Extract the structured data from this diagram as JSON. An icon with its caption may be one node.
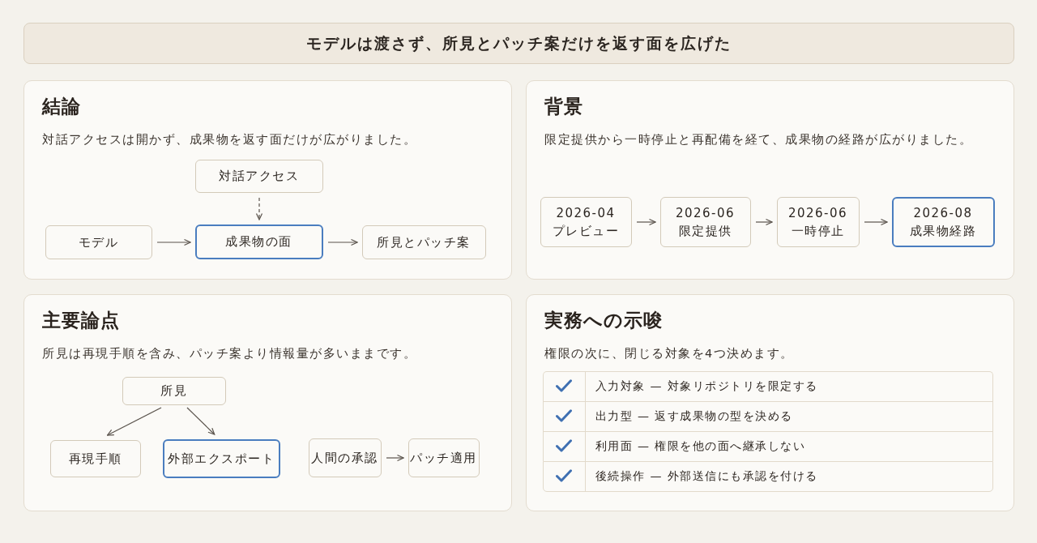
{
  "diagram": {
    "title": "モデルは渡さず、所見とパッチ案だけを返す面を広げた",
    "nodes": [
      {
        "text": [
          "結論",
          "対話アクセスは開かず、成果物を返す面だけが広がりました。"
        ]
      },
      {
        "text": [
          "対話アクセス"
        ],
        "in": 0
      },
      {
        "text": [
          "モデル"
        ],
        "in": 0
      },
      {
        "text": [
          "成果物の面"
        ],
        "in": 0
      },
      {
        "text": [
          "所見とパッチ案"
        ],
        "in": 0
      },
      {
        "text": [
          "背景",
          "限定提供から一時停止と再配備を経て、成果物の経路が広がりました。"
        ]
      },
      {
        "text": [
          "2026-04",
          "プレビュー"
        ],
        "in": 5
      },
      {
        "text": [
          "2026-06",
          "限定提供"
        ],
        "in": 5
      },
      {
        "text": [
          "2026-06",
          "一時停止"
        ],
        "in": 5
      },
      {
        "text": [
          "2026-08",
          "成果物経路"
        ],
        "in": 5
      },
      {
        "text": [
          "主要論点",
          "所見は再現手順を含み、パッチ案より情報量が多いままです。"
        ]
      },
      {
        "text": [
          "所見"
        ],
        "in": 10
      },
      {
        "text": [
          "再現手順"
        ],
        "in": 10
      },
      {
        "text": [
          "外部エクスポート"
        ],
        "in": 10
      },
      {
        "text": [
          "人間の承認"
        ],
        "in": 10
      },
      {
        "text": [
          "パッチ適用"
        ],
        "in": 10
      },
      {
        "text": [
          "実務への示唆",
          "権限の次に、閉じる対象を4つ決めます。"
        ]
      },
      {
        "text": [
          "入力対象 — 対象リポジトリを限定する"
        ],
        "in": 16
      },
      {
        "text": [
          "出力型 — 返す成果物の型を決める"
        ],
        "in": 16
      },
      {
        "text": [
          "利用面 — 権限を他の面へ継承しない"
        ],
        "in": 16
      },
      {
        "text": [
          "後続操作 — 外部送信にも承認を付ける"
        ],
        "in": 16
      }
    ],
    "edges": [
      {
        "from": 1,
        "to": 3,
        "arrow": "to",
        "style": "dashed"
      },
      {
        "from": 2,
        "to": 3,
        "arrow": "to"
      },
      {
        "from": 3,
        "to": 4,
        "arrow": "to"
      },
      {
        "from": 6,
        "to": 7,
        "arrow": "to"
      },
      {
        "from": 7,
        "to": 8,
        "arrow": "to"
      },
      {
        "from": 8,
        "to": 9,
        "arrow": "to"
      },
      {
        "from": 11,
        "to": 12,
        "arrow": "to"
      },
      {
        "from": 11,
        "to": 13,
        "arrow": "to"
      },
      {
        "from": 14,
        "to": 15,
        "arrow": "to"
      }
    ]
  }
}
